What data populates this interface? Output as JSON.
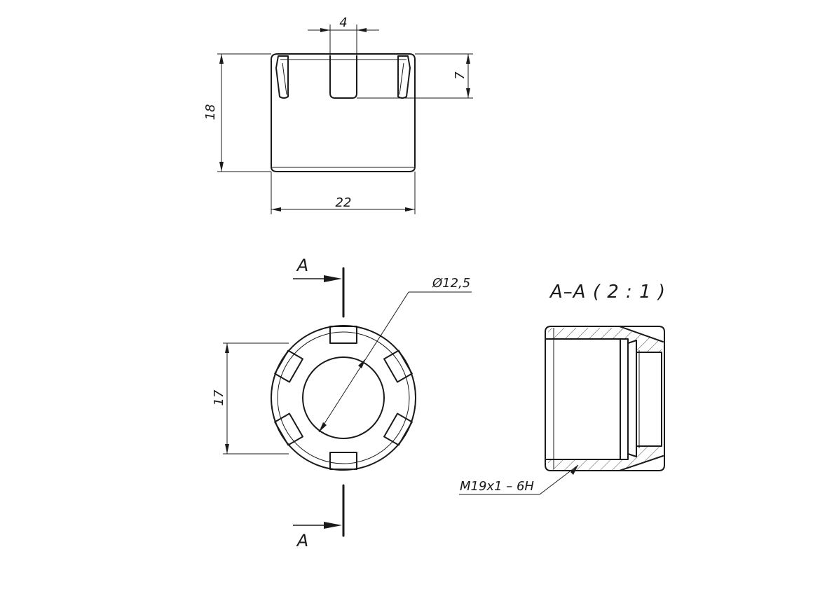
{
  "dimensions": {
    "slot_width": "4",
    "slot_depth": "7",
    "height": "18",
    "width": "22",
    "bore_diameter": "Ø12,5",
    "inner_span": "17"
  },
  "section": {
    "cut_label_top": "A",
    "cut_label_bottom": "A",
    "title": "A–A ( 2 : 1 )",
    "thread_spec": "M19x1 – 6H"
  }
}
